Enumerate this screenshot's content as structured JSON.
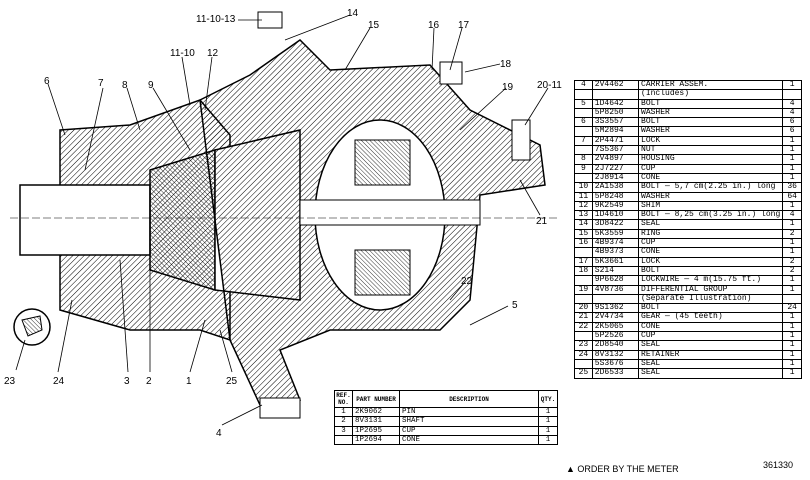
{
  "callouts": [
    "11-10-13",
    "14",
    "15",
    "16",
    "17",
    "18",
    "19",
    "20-11",
    "21",
    "6",
    "7",
    "8",
    "9",
    "11-10",
    "12",
    "22",
    "5",
    "23",
    "24",
    "3",
    "2",
    "1",
    "25",
    "4"
  ],
  "right_table": {
    "rows": [
      {
        "ref": "4",
        "part": "2V4462",
        "desc": "CARRIER ASSEM.",
        "qty": "1"
      },
      {
        "ref": "",
        "part": "",
        "desc": "(Includes)",
        "qty": ""
      },
      {
        "ref": "5",
        "part": "1D4642",
        "desc": "BOLT",
        "qty": "4"
      },
      {
        "ref": "",
        "part": "5P8250",
        "desc": "WASHER",
        "qty": "4"
      },
      {
        "ref": "6",
        "part": "3S3557",
        "desc": "BOLT",
        "qty": "6"
      },
      {
        "ref": "",
        "part": "5M2894",
        "desc": "WASHER",
        "qty": "6"
      },
      {
        "ref": "7",
        "part": "2P4471",
        "desc": "LOCK",
        "qty": "1"
      },
      {
        "ref": "",
        "part": "7S5367",
        "desc": "NUT",
        "qty": "1"
      },
      {
        "ref": "8",
        "part": "2V4897",
        "desc": "HOUSING",
        "qty": "1"
      },
      {
        "ref": "9",
        "part": "2J7227",
        "desc": "CUP",
        "qty": "1"
      },
      {
        "ref": "",
        "part": "2J8914",
        "desc": "CONE",
        "qty": "1"
      },
      {
        "ref": "10",
        "part": "2A1538",
        "desc": "BOLT — 5,7 cm(2.25 in.) long",
        "qty": "36"
      },
      {
        "ref": "11",
        "part": "5P8248",
        "desc": "WASHER",
        "qty": "64"
      },
      {
        "ref": "12",
        "part": "9K2549",
        "desc": "SHIM",
        "qty": "1"
      },
      {
        "ref": "13",
        "part": "1D4610",
        "desc": "BOLT — 8,25 cm(3.25 in.) long",
        "qty": "4"
      },
      {
        "ref": "14",
        "part": "3D8422",
        "desc": "SEAL",
        "qty": "1"
      },
      {
        "ref": "15",
        "part": "5K3559",
        "desc": "RING",
        "qty": "2"
      },
      {
        "ref": "16",
        "part": "4B9374",
        "desc": "CUP",
        "qty": "1"
      },
      {
        "ref": "",
        "part": "4B9373",
        "desc": "CONE",
        "qty": "1"
      },
      {
        "ref": "17",
        "part": "5K3661",
        "desc": "LOCK",
        "qty": "2"
      },
      {
        "ref": "18",
        "part": "S214",
        "desc": "BOLT",
        "qty": "2"
      },
      {
        "ref": "",
        "part": "9P6628",
        "desc": "LOCKWIRE — 4 m(15.75 ft.)",
        "qty": "1"
      },
      {
        "ref": "19",
        "part": "4V8736",
        "desc": "DIFFERENTIAL GROUP",
        "qty": "1"
      },
      {
        "ref": "",
        "part": "",
        "desc": "(Separate Illustration)",
        "qty": ""
      },
      {
        "ref": "20",
        "part": "9S1362",
        "desc": "BOLT",
        "qty": "24"
      },
      {
        "ref": "21",
        "part": "2V4734",
        "desc": "GEAR — (45 teeth)",
        "qty": "1"
      },
      {
        "ref": "22",
        "part": "2K5065",
        "desc": "CONE",
        "qty": "1"
      },
      {
        "ref": "",
        "part": "5P2526",
        "desc": "CUP",
        "qty": "1"
      },
      {
        "ref": "23",
        "part": "2D8540",
        "desc": "SEAL",
        "qty": "1"
      },
      {
        "ref": "24",
        "part": "8V3132",
        "desc": "RETAINER",
        "qty": "1"
      },
      {
        "ref": "",
        "part": "5S3676",
        "desc": "SEAL",
        "qty": "1"
      },
      {
        "ref": "25",
        "part": "2D6533",
        "desc": "SEAL",
        "qty": "1"
      }
    ]
  },
  "bottom_table": {
    "headers": {
      "ref": "REF. NO.",
      "part": "PART NUMBER",
      "desc": "DESCRIPTION",
      "qty": "QTY."
    },
    "rows": [
      {
        "ref": "1",
        "part": "2K9062",
        "desc": "PIN",
        "qty": "1"
      },
      {
        "ref": "2",
        "part": "8V3131",
        "desc": "SHAFT",
        "qty": "1"
      },
      {
        "ref": "3",
        "part": "1P2695",
        "desc": "CUP",
        "qty": "1"
      },
      {
        "ref": "",
        "part": "1P2694",
        "desc": "CONE",
        "qty": "1"
      }
    ]
  },
  "order_note": "▲ ORDER BY THE METER",
  "figure_number": "361330"
}
